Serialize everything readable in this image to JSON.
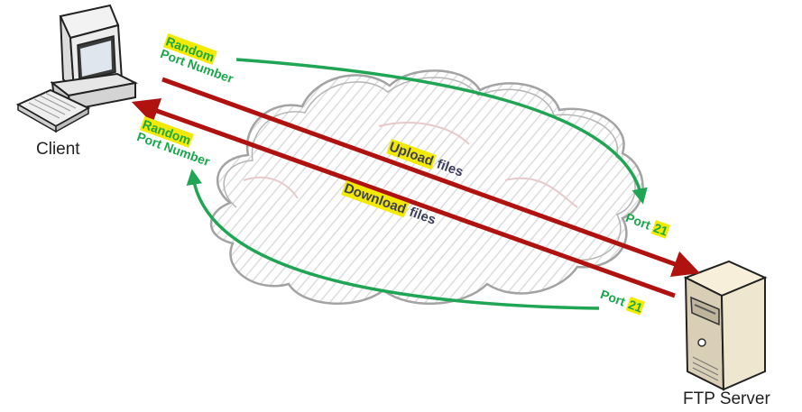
{
  "nodes": {
    "client": "Client",
    "server": "FTP Server"
  },
  "labels": {
    "client_upper_a": "Random",
    "client_upper_b": "Port Number",
    "client_lower_a": "Random",
    "client_lower_b": "Port Number",
    "upload_hl": "Upload",
    "upload_rest": " files",
    "download_hl": "Download",
    "download_rest": " files",
    "port_upper_a": "Port ",
    "port_upper_b": "21",
    "port_lower_a": "Port ",
    "port_lower_b": "21"
  },
  "colors": {
    "data_arrow": "#b0120f",
    "control_arrow": "#1fa553",
    "highlight": "#f4e900"
  }
}
